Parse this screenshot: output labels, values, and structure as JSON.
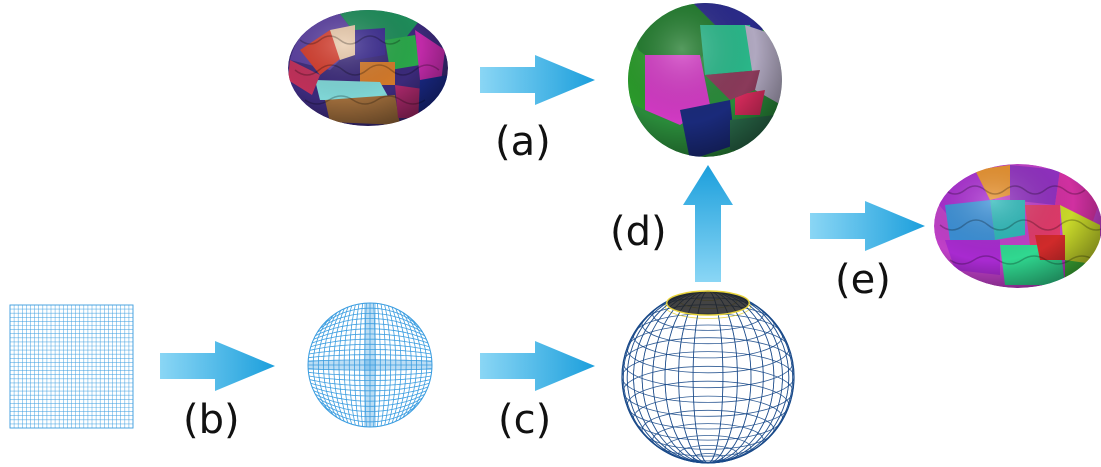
{
  "labels": {
    "a": "(a)",
    "b": "(b)",
    "c": "(c)",
    "d": "(d)",
    "e": "(e)"
  },
  "colors": {
    "arrow_light": "#7fd0f2",
    "arrow_dark": "#1c9fdc",
    "mesh": "#3b9de0",
    "globe_mesh": "#1a4a8a",
    "globe_rim": "#e8d33a"
  },
  "nodes": [
    {
      "name": "brain-parcellation-source",
      "icon": "brain-parcellation-icon"
    },
    {
      "name": "sphere-parcellation",
      "icon": "colored-sphere-icon"
    },
    {
      "name": "square-grid",
      "icon": "square-grid-icon"
    },
    {
      "name": "disk-grid",
      "icon": "disk-mesh-icon"
    },
    {
      "name": "sphere-grid",
      "icon": "wireframe-sphere-icon"
    },
    {
      "name": "brain-parcellation-result",
      "icon": "brain-parcellation-icon"
    }
  ]
}
